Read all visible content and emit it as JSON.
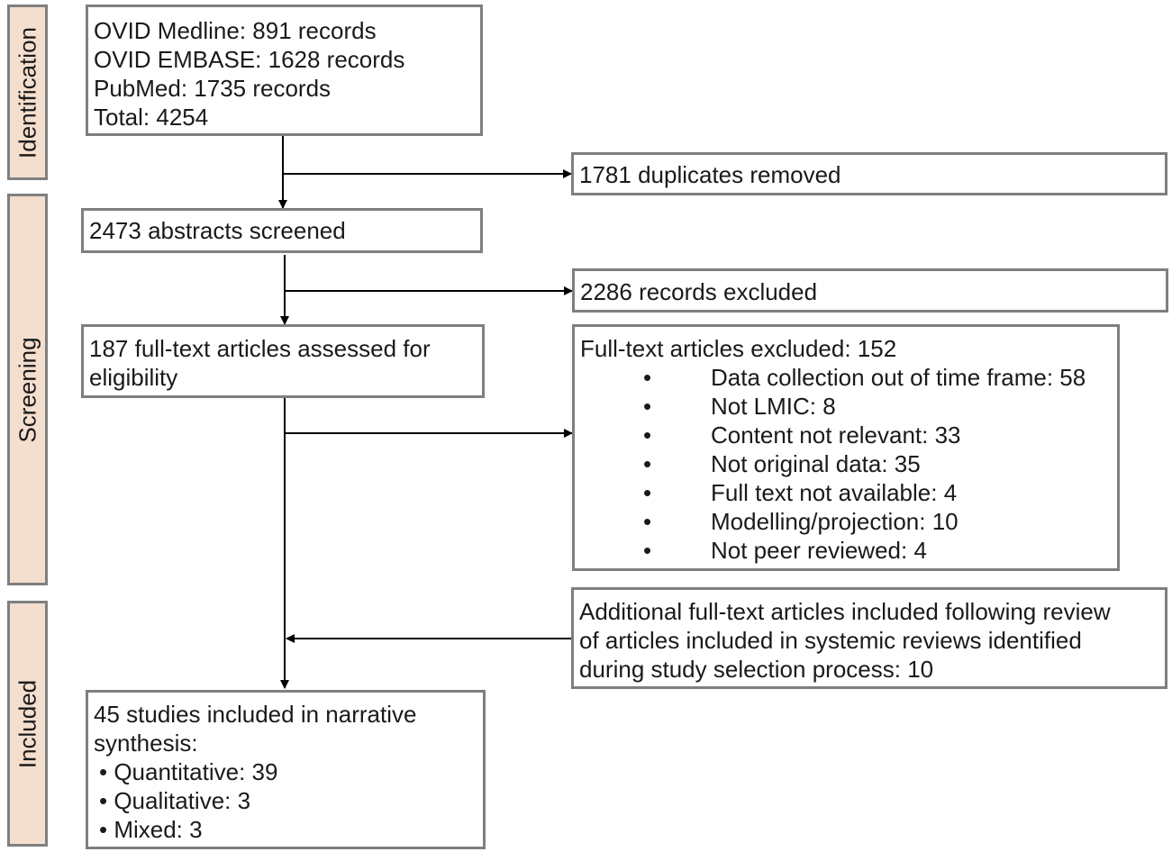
{
  "stages": {
    "identification": "Identification",
    "screening": "Screening",
    "included": "Included"
  },
  "identification_box": {
    "lines": [
      "OVID Medline: 891 records",
      "OVID EMBASE: 1628 records",
      "PubMed: 1735 records",
      "Total: 4254"
    ]
  },
  "duplicates_box": {
    "text": "1781 duplicates removed"
  },
  "abstracts_box": {
    "text": "2473 abstracts screened"
  },
  "records_excluded_box": {
    "text": "2286 records excluded"
  },
  "fulltext_box": {
    "lines": [
      "187 full-text articles assessed for",
      "eligibility"
    ]
  },
  "fulltext_excluded_box": {
    "title": "Full-text articles excluded: 152",
    "bullet": "•",
    "items": [
      "Data collection out of time frame: 58",
      "Not LMIC: 8",
      "Content not relevant: 33",
      "Not original data: 35",
      "Full text not available: 4",
      "Modelling/projection: 10",
      "Not peer reviewed: 4"
    ]
  },
  "additional_box": {
    "lines": [
      "Additional full-text articles included following review",
      "of articles included in systemic reviews identified",
      "during study selection process: 10"
    ]
  },
  "included_box": {
    "lines": [
      "45 studies included in narrative",
      "synthesis:"
    ],
    "items": [
      "• Quantitative: 39",
      "• Qualitative: 3",
      "• Mixed: 3"
    ]
  }
}
